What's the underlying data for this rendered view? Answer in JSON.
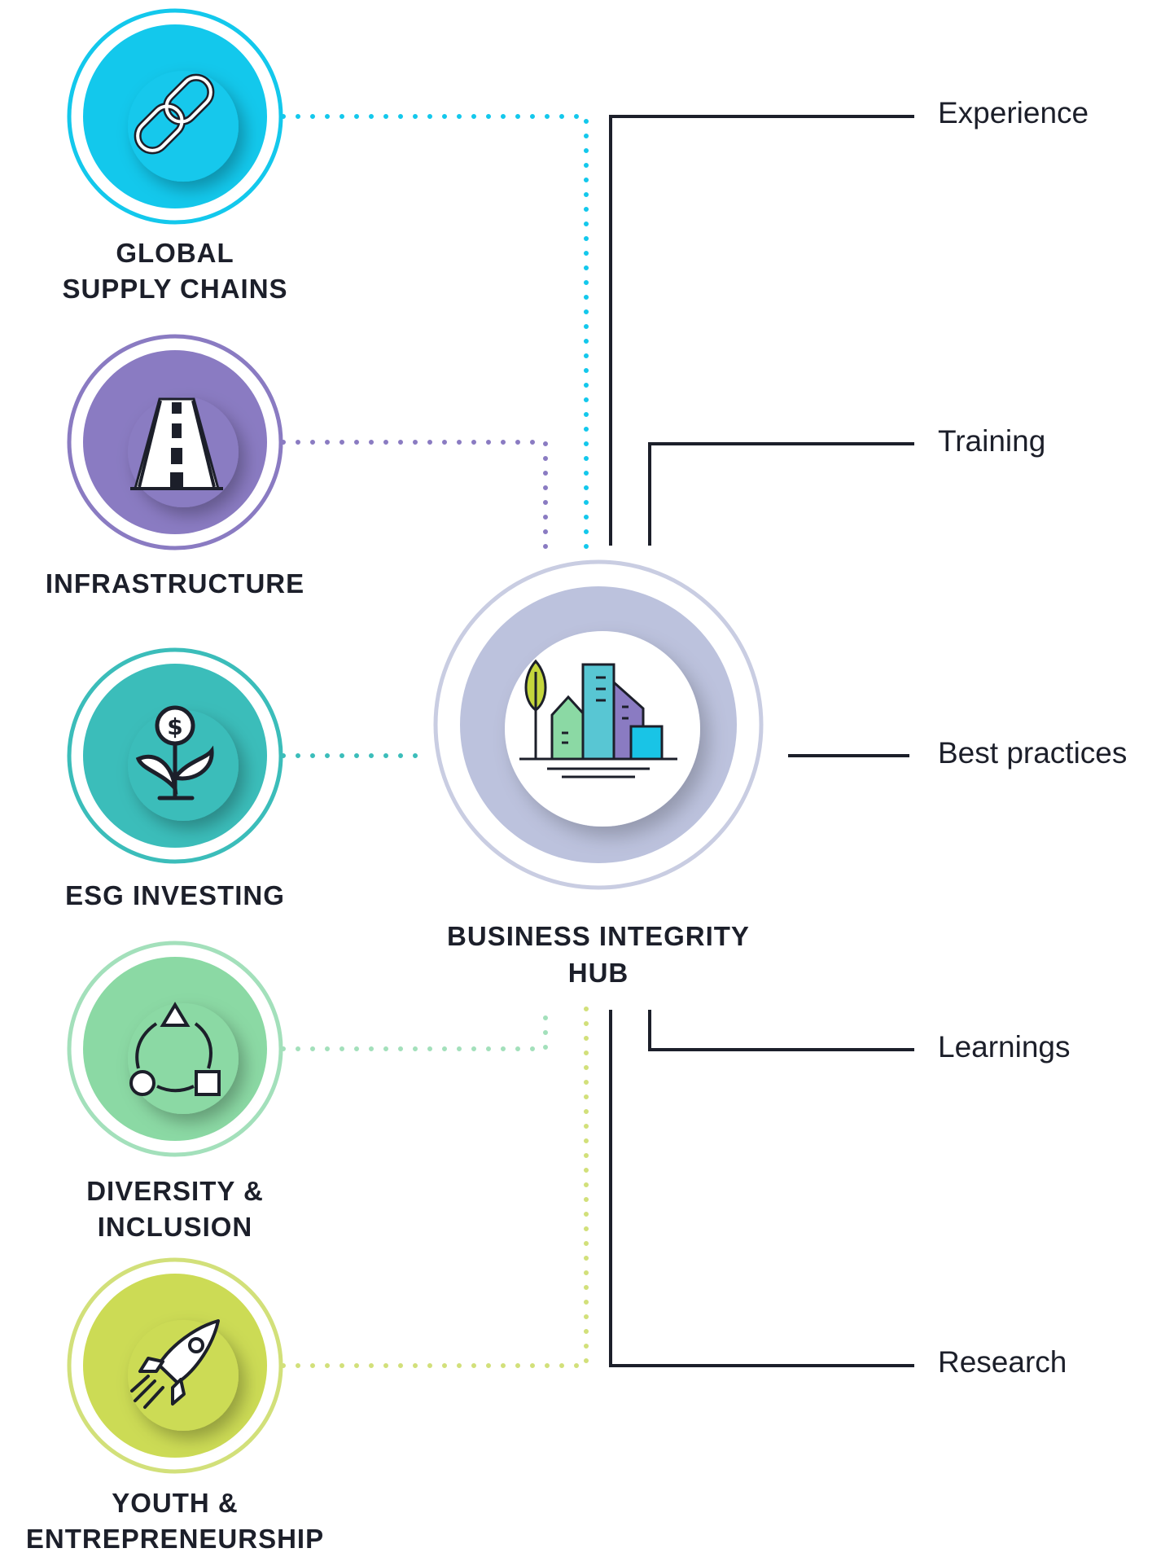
{
  "hub": {
    "label_line1": "BUSINESS INTEGRITY",
    "label_line2": "HUB",
    "colors": {
      "ring": "#c9cde2",
      "disc": "#bcc2dd",
      "center": "#ffffff"
    },
    "icon": "city-buildings-icon"
  },
  "topics": [
    {
      "id": "global-supply-chains",
      "line1": "GLOBAL",
      "line2": "SUPPLY CHAINS",
      "color": "#13c8ec",
      "ring": "#13c8ec",
      "icon": "chain-link-icon"
    },
    {
      "id": "infrastructure",
      "line1": "INFRASTRUCTURE",
      "line2": "",
      "color": "#8a7bc2",
      "ring": "#8a7bc2",
      "icon": "road-icon"
    },
    {
      "id": "esg-investing",
      "line1": "ESG INVESTING",
      "line2": "",
      "color": "#3bbdba",
      "ring": "#3bbdba",
      "icon": "money-plant-icon"
    },
    {
      "id": "diversity-inclusion",
      "line1": "DIVERSITY &",
      "line2": "INCLUSION",
      "color": "#8bd9a4",
      "ring": "#a3e0bb",
      "icon": "shapes-cycle-icon"
    },
    {
      "id": "youth-entrepreneurship",
      "line1": "YOUTH &",
      "line2": "ENTREPRENEURSHIP",
      "color": "#ccdb55",
      "ring": "#d2e07a",
      "icon": "rocket-icon"
    }
  ],
  "outcomes": [
    {
      "id": "experience",
      "label": "Experience"
    },
    {
      "id": "training",
      "label": "Training"
    },
    {
      "id": "best-practices",
      "label": "Best practices"
    },
    {
      "id": "learnings",
      "label": "Learnings"
    },
    {
      "id": "research",
      "label": "Research"
    }
  ],
  "line_color": "#1c1f2a"
}
